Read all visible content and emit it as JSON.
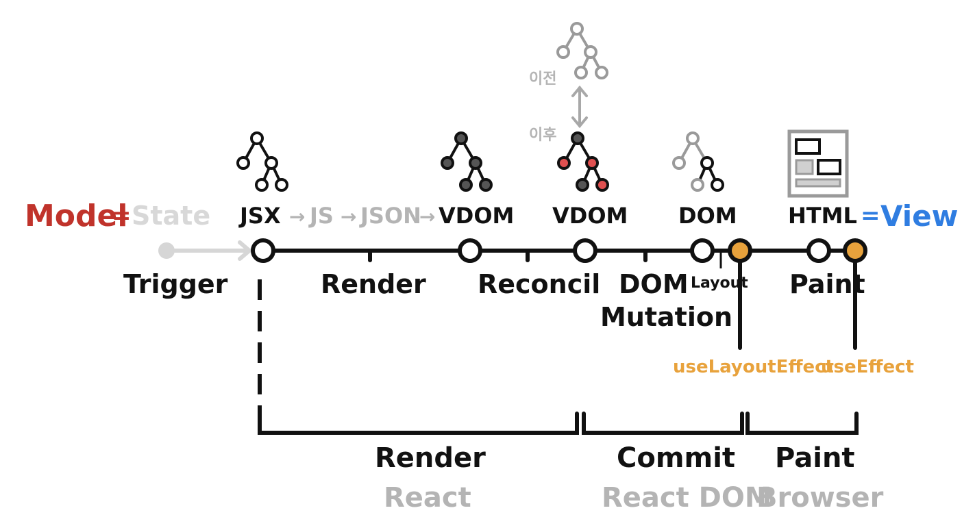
{
  "model_label": "Model",
  "equals_left": "=",
  "state_label": "State",
  "view_label": "View",
  "equals_right": "=",
  "pipeline": {
    "jsx": "JSX",
    "js": "JS",
    "json": "JSON",
    "vdom1": "VDOM",
    "vdom2": "VDOM",
    "dom": "DOM",
    "html": "HTML"
  },
  "tree_compare": {
    "before": "이전",
    "after": "이후"
  },
  "steps": {
    "trigger": "Trigger",
    "render": "Render",
    "reconcil": "Reconcil",
    "dom_mutation_line1": "DOM",
    "dom_mutation_line2": "Mutation",
    "layout": "Layout",
    "paint": "Paint"
  },
  "hooks": {
    "use_layout_effect": "useLayoutEffect",
    "use_effect": "useEffect"
  },
  "phases": [
    {
      "name": "Render",
      "owner": "React"
    },
    {
      "name": "Commit",
      "owner": "React DOM"
    },
    {
      "name": "Paint",
      "owner": "Browser"
    }
  ],
  "colors": {
    "model": "#c0332b",
    "view": "#2f7de1",
    "hook": "#e8a23c",
    "gray": "#b4b4b4",
    "changed_node": "#e05050"
  }
}
